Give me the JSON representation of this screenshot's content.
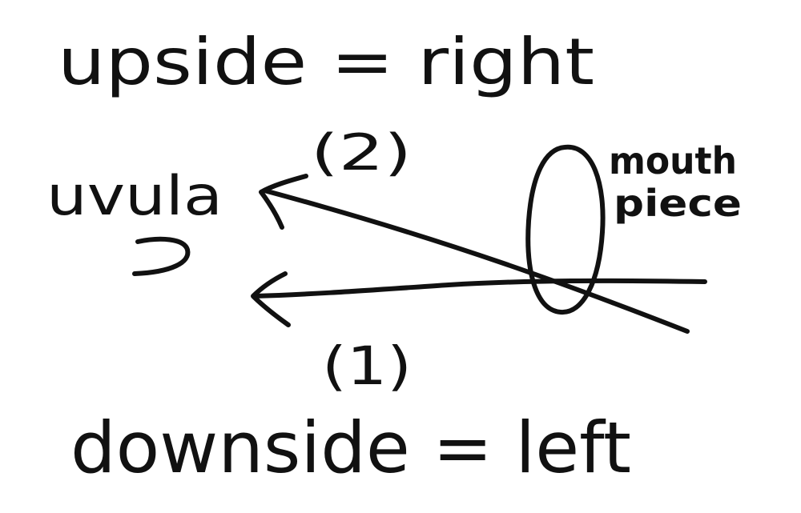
{
  "diagram": {
    "top_caption": "upside = right",
    "bottom_caption": "downside = left",
    "target_label": "uvula",
    "source_label": {
      "line1": "mouth",
      "line2": "piece"
    },
    "path_upper_label": "(2)",
    "path_lower_label": "(1)",
    "ink_color": "#111111"
  }
}
